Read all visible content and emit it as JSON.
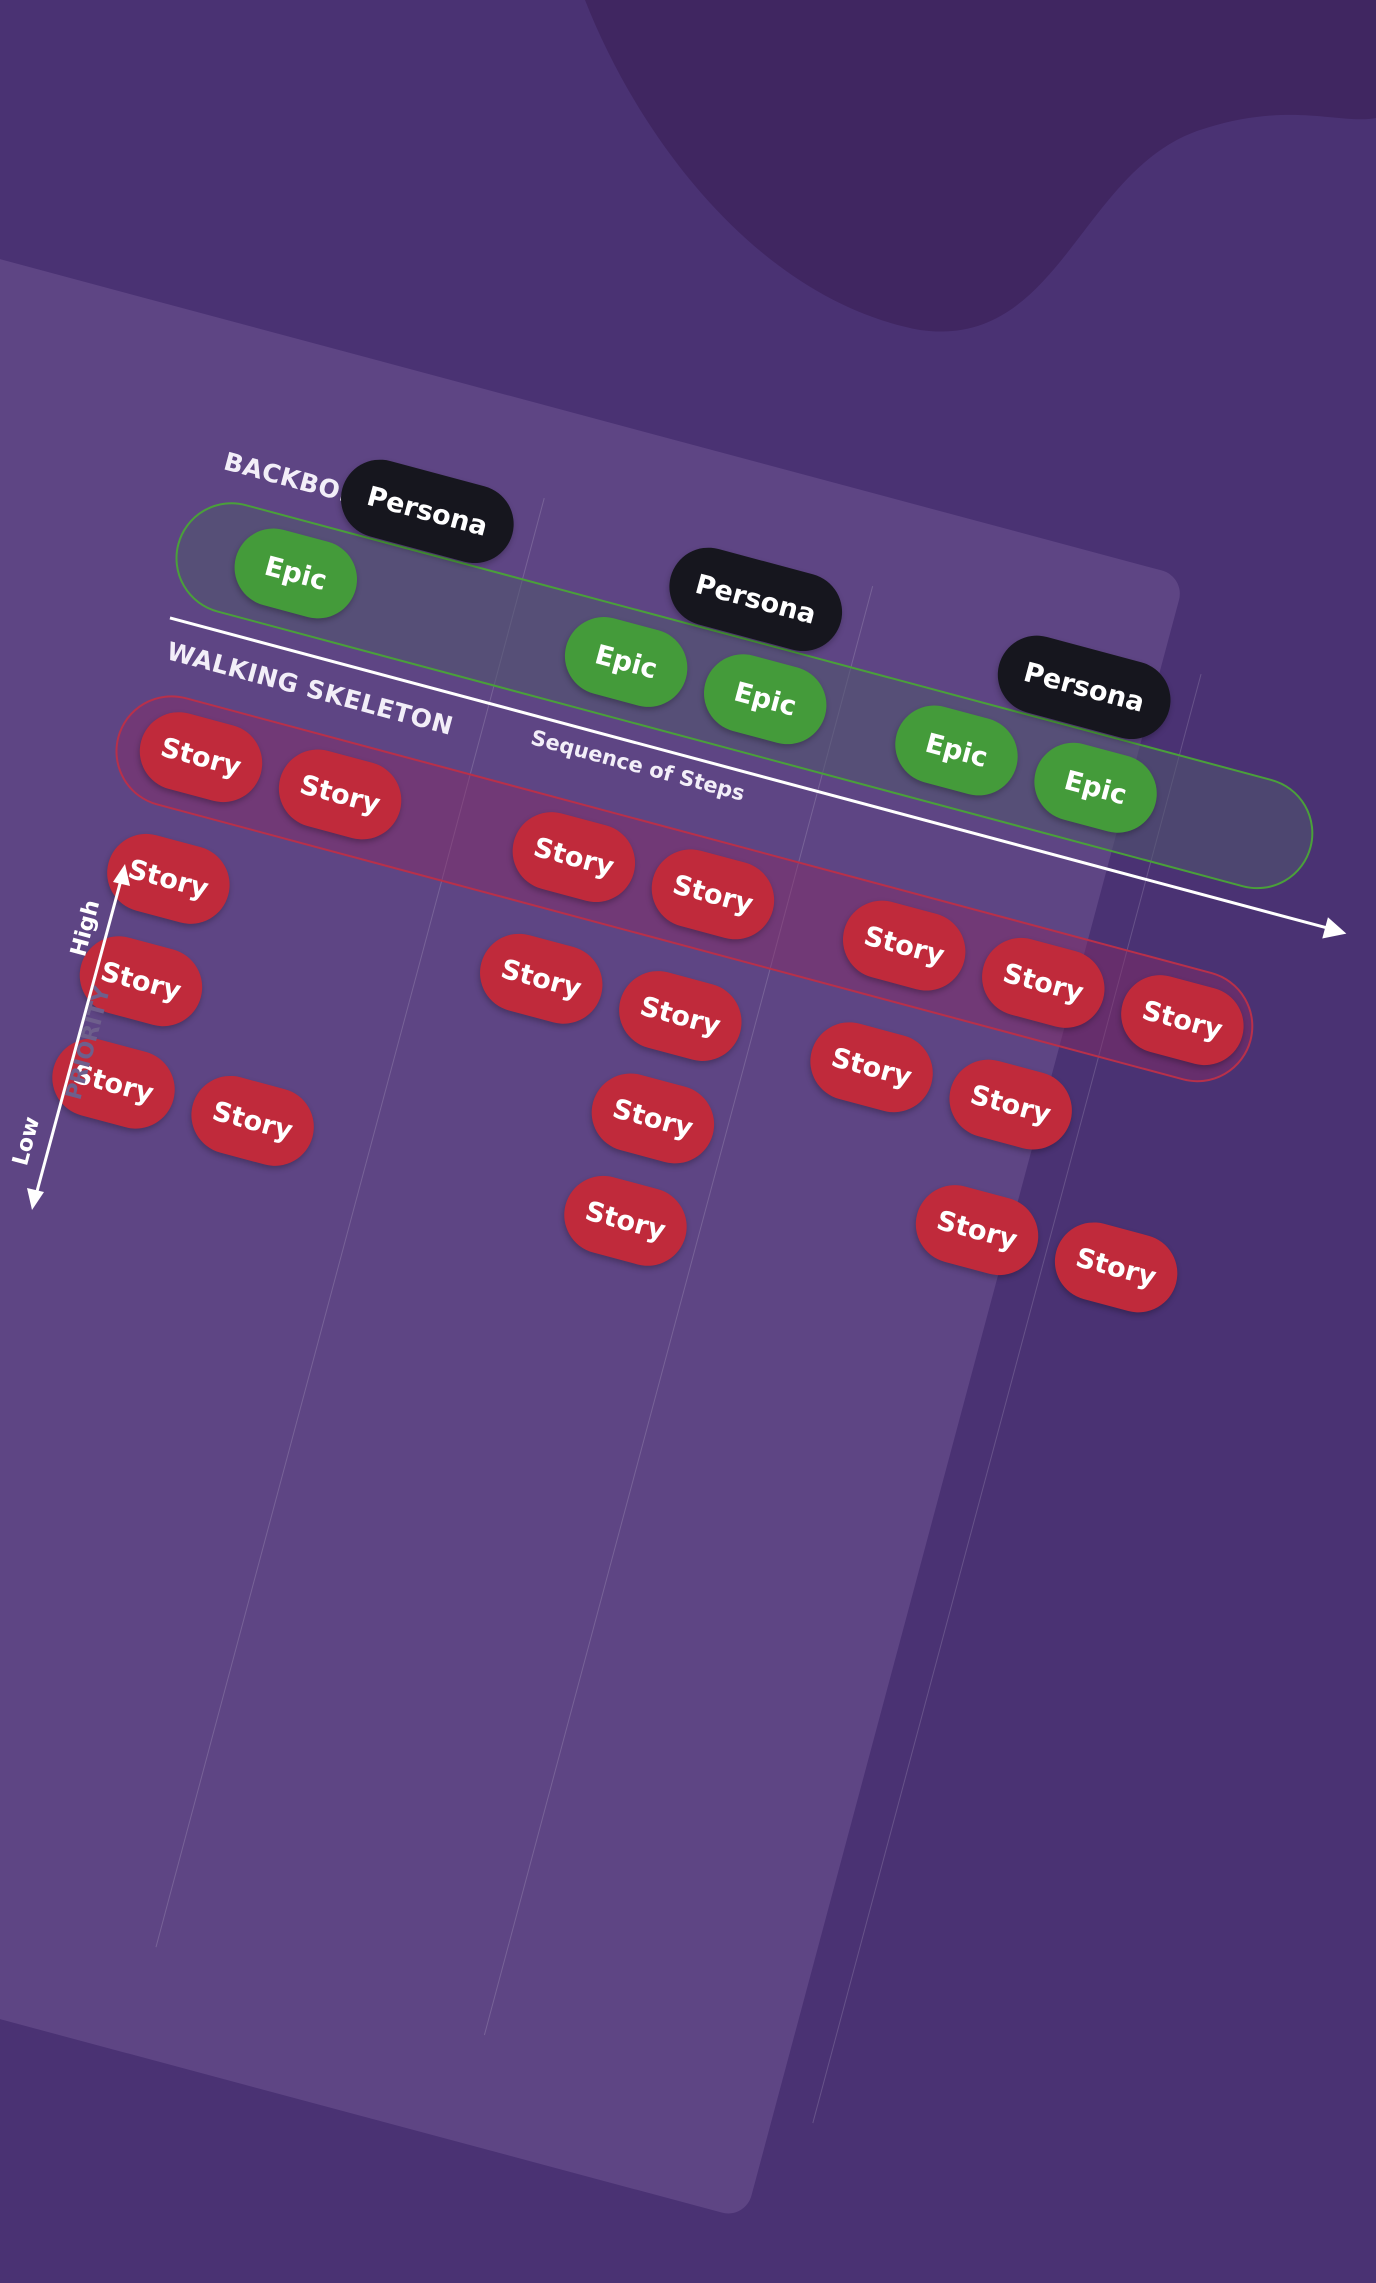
{
  "colors": {
    "background": "#4a3273",
    "blob": "#402661",
    "board": "#5e4584",
    "persona": "#16161e",
    "epic": "#449b3a",
    "story": "#c02a3b",
    "backbone_border": "#4aa03a",
    "skeleton_border": "#b8304a"
  },
  "labels": {
    "backbone": "BACKBONE",
    "walking_skeleton": "WALKING SKELETON",
    "sequence": "Sequence of Steps",
    "priority": "PRIORITY",
    "high": "High",
    "low": "Low"
  },
  "columns": [
    {
      "persona": "Persona",
      "epics": [
        "Epic"
      ],
      "skeleton_stories": [
        "Story",
        "Story"
      ],
      "stories": [
        "Story",
        "Story",
        "Story",
        "Story"
      ]
    },
    {
      "persona": "Persona",
      "epics": [
        "Epic",
        "Epic"
      ],
      "skeleton_stories": [
        "Story",
        "Story"
      ],
      "stories": [
        "Story",
        "Story",
        "Story",
        "Story"
      ]
    },
    {
      "persona": "Persona",
      "epics": [
        "Epic",
        "Epic"
      ],
      "skeleton_stories": [
        "Story",
        "Story",
        "Story"
      ],
      "stories": [
        "Story",
        "Story",
        "Story",
        "Story"
      ]
    }
  ]
}
